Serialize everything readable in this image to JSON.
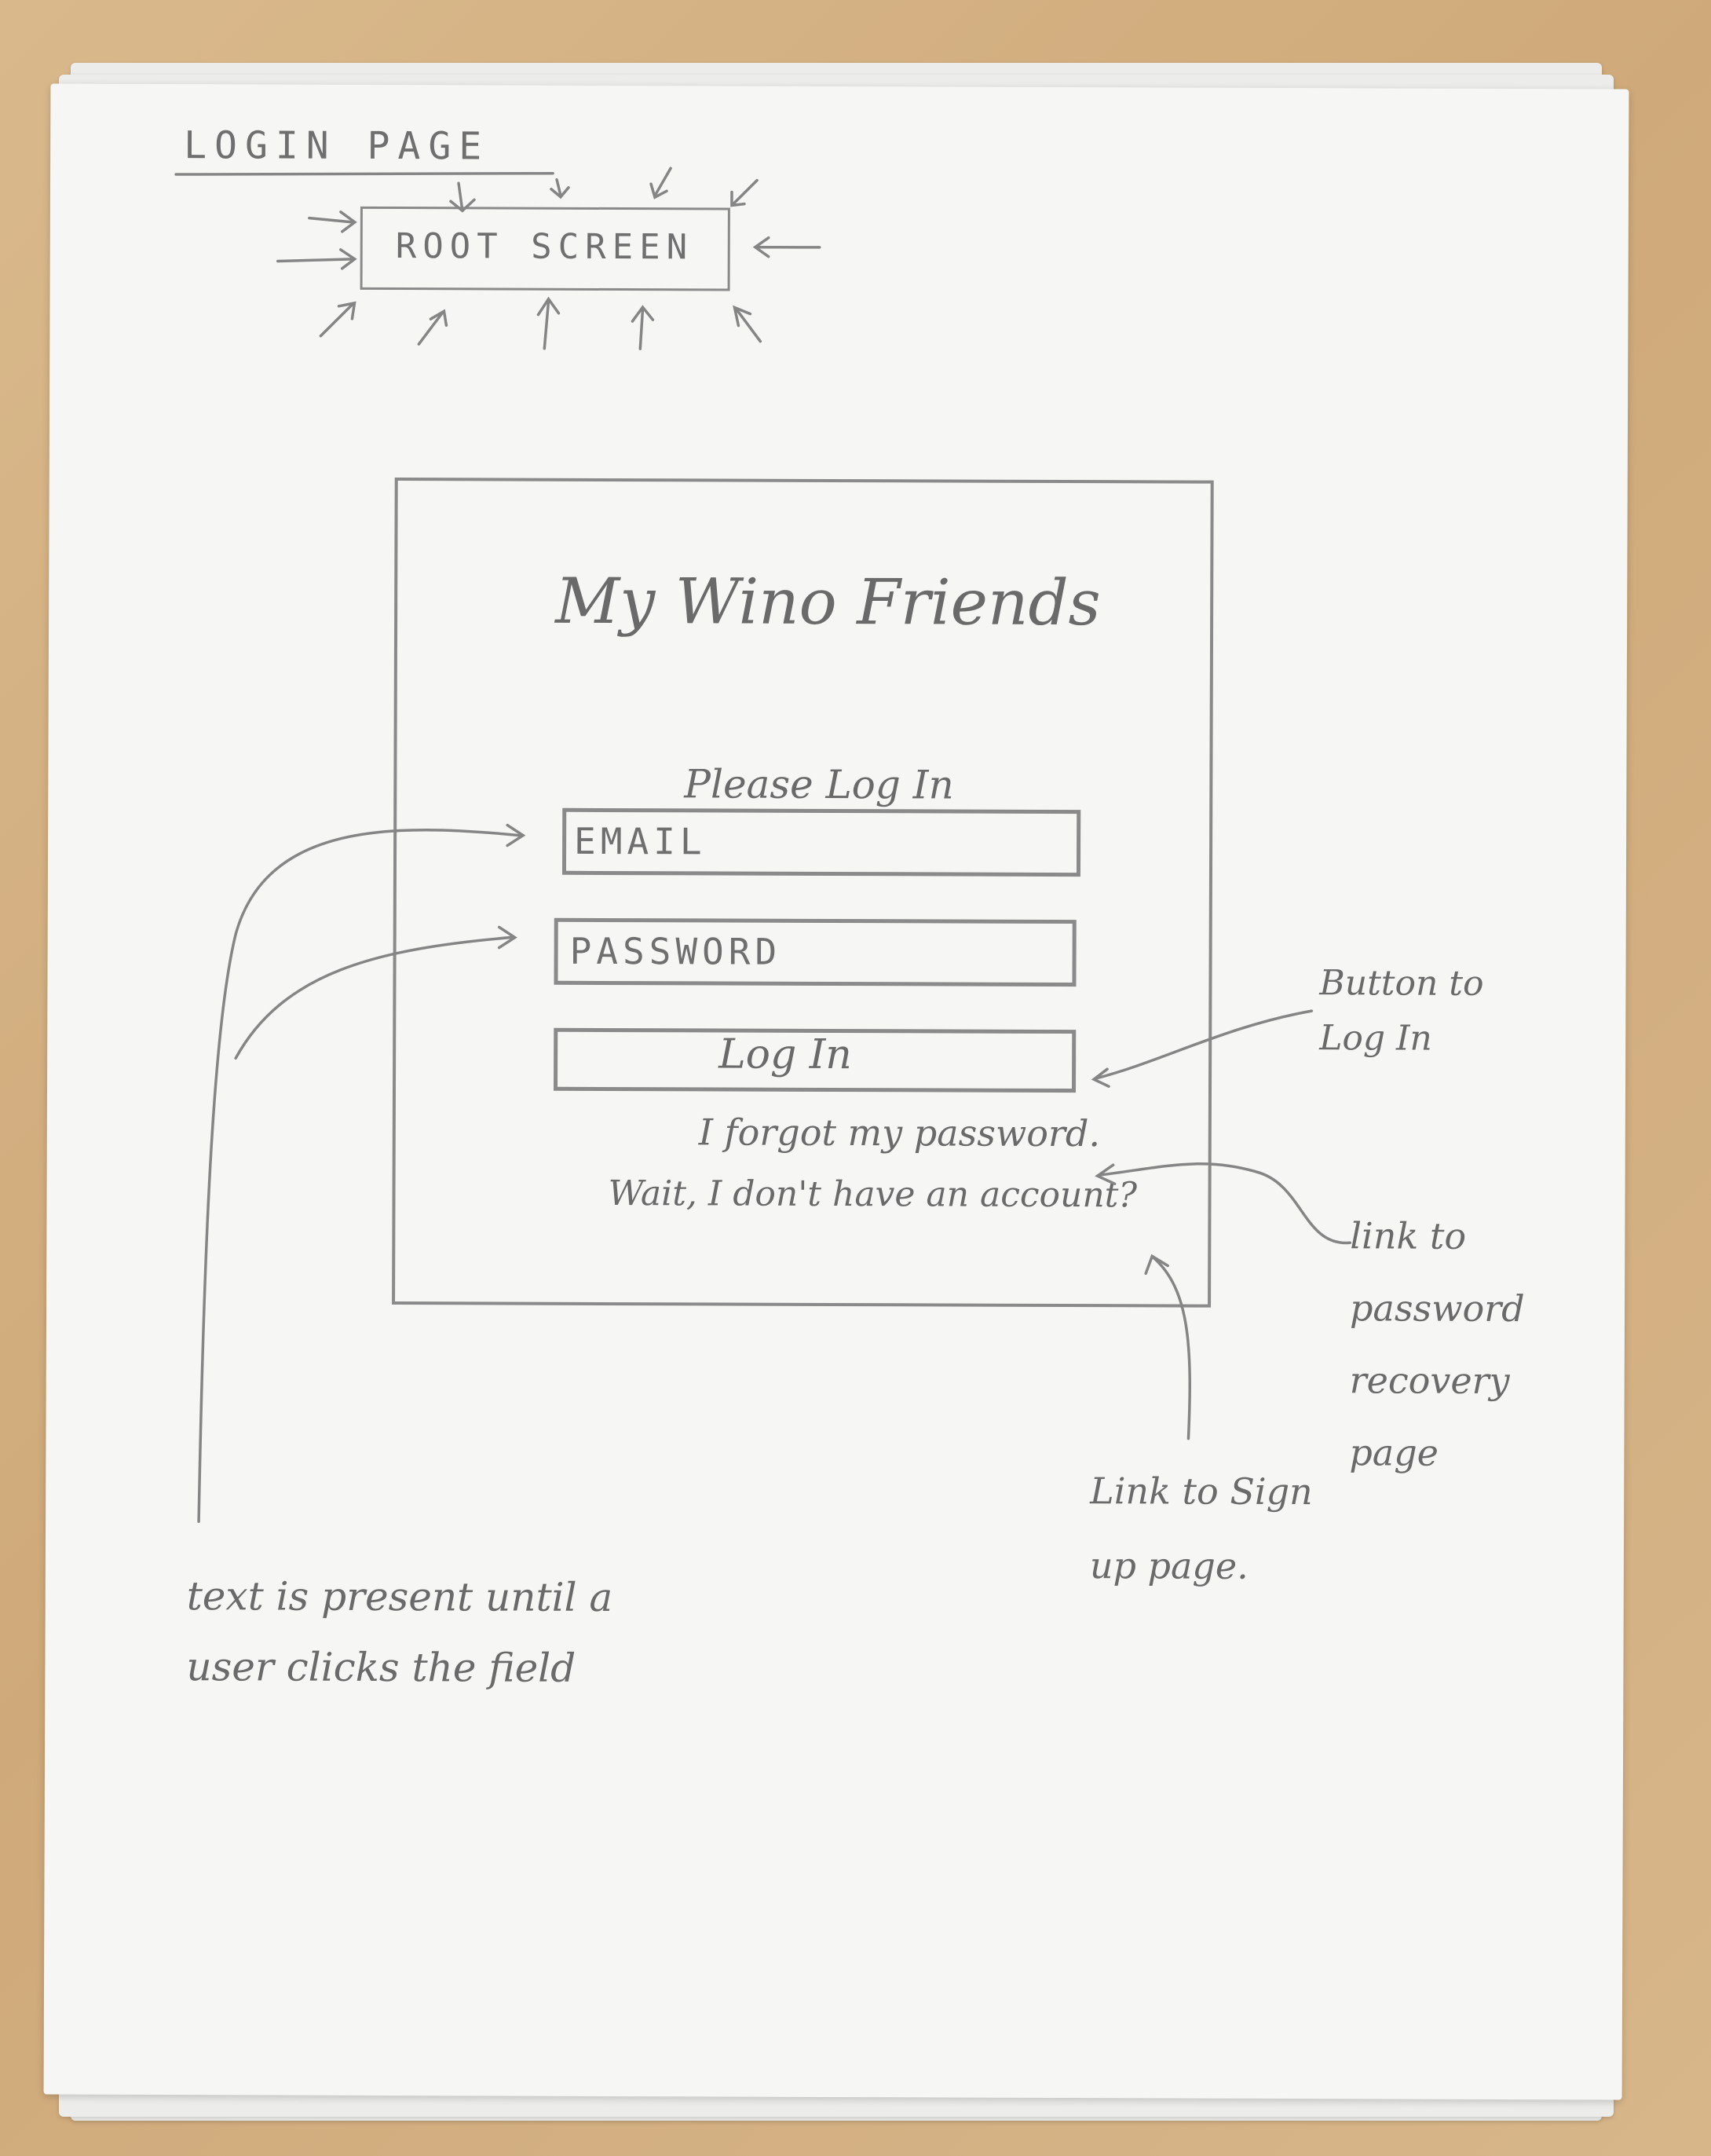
{
  "header": {
    "title": "LOGIN PAGE",
    "root_screen_label": "ROOT SCREEN"
  },
  "mockup": {
    "app_title": "My Wino Friends",
    "prompt": "Please Log In",
    "email_placeholder": "EMAIL",
    "password_placeholder": "PASSWORD",
    "login_button_label": "Log In",
    "forgot_password_link": "I forgot my password.",
    "signup_link": "Wait, I don't have an account?"
  },
  "annotations": {
    "button_note": "Button to Log In",
    "password_link_note": "link to password recovery page",
    "signup_link_note": "Link to Sign up page.",
    "placeholder_note": "text is present until a user clicks the field"
  },
  "colors": {
    "table": "#d3b180",
    "paper": "#f6f6f4",
    "pencil": "#7a7a7a"
  }
}
